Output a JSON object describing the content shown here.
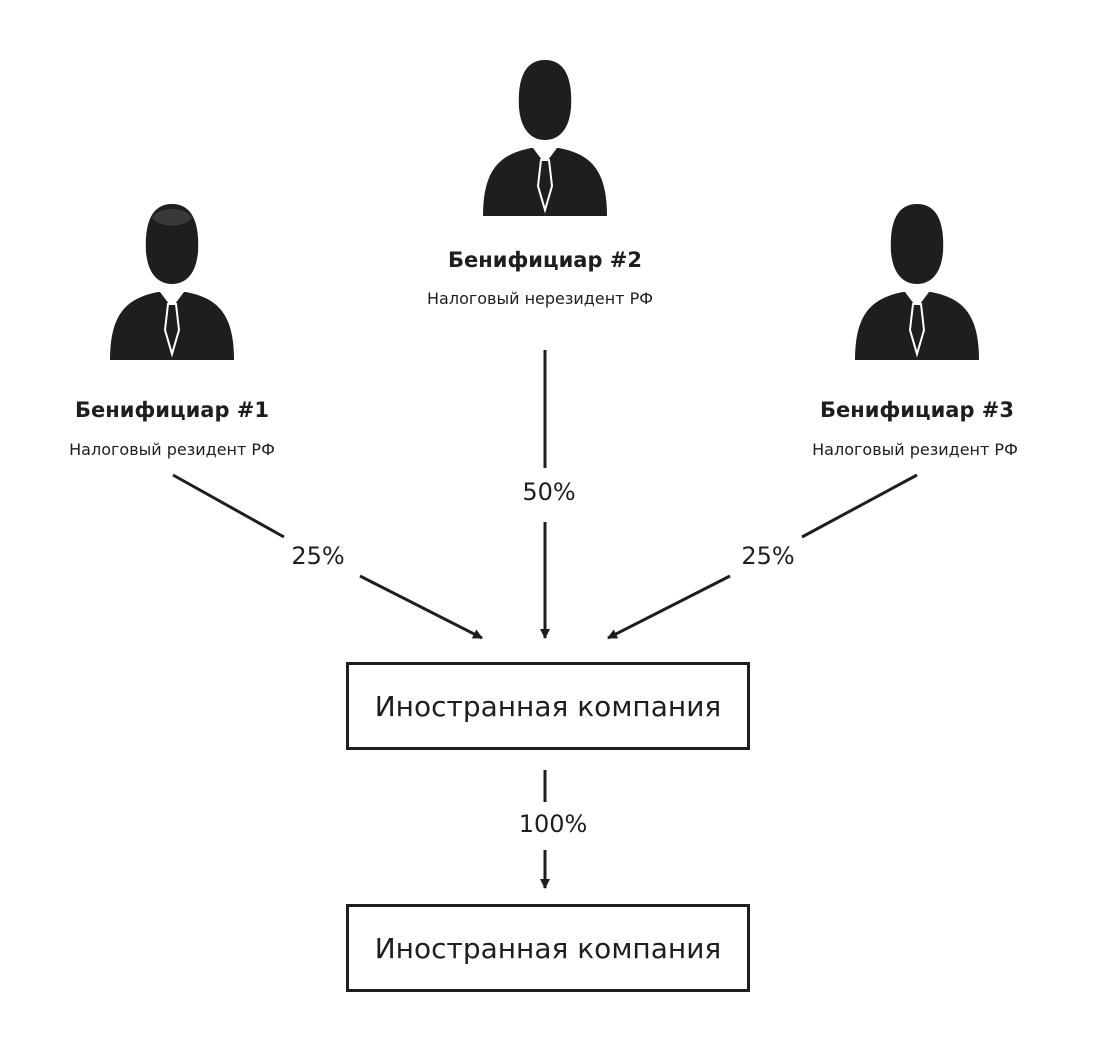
{
  "colors": {
    "ink": "#1e1e1e",
    "background": "#ffffff"
  },
  "beneficiaries": [
    {
      "name": "Бенифициар #1",
      "status": "Налоговый резидент РФ",
      "share": "25%",
      "icon": "person-icon"
    },
    {
      "name": "Бенифициар #2",
      "status": "Налоговый нерезидент РФ",
      "share": "50%",
      "icon": "person-icon"
    },
    {
      "name": "Бенифициар #3",
      "status": "Налоговый резидент РФ",
      "share": "25%",
      "icon": "person-icon"
    }
  ],
  "companies": [
    {
      "label": "Иностранная компания"
    },
    {
      "label": "Иностранная компания"
    }
  ],
  "subsidiary_share": "100%"
}
